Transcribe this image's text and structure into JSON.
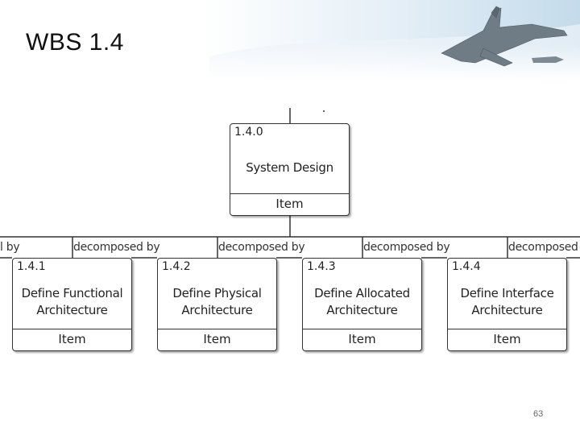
{
  "slide": {
    "title": "WBS 1.4",
    "page_number": "63"
  },
  "diagram": {
    "root": {
      "id": "1.4.0",
      "name": "System Design",
      "type": "Item"
    },
    "children": [
      {
        "id": "1.4.1",
        "name_line1": "Define Functional",
        "name_line2": "Architecture",
        "type": "Item"
      },
      {
        "id": "1.4.2",
        "name_line1": "Define Physical",
        "name_line2": "Architecture",
        "type": "Item"
      },
      {
        "id": "1.4.3",
        "name_line1": "Define Allocated",
        "name_line2": "Architecture",
        "type": "Item"
      },
      {
        "id": "1.4.4",
        "name_line1": "Define Interface",
        "name_line2": "Architecture",
        "type": "Item"
      }
    ],
    "relationship_labels": {
      "left_partial": "l by",
      "r1": "decomposed by",
      "r2": "decomposed by",
      "r3": "decomposed by",
      "right_partial": "decomposed"
    }
  },
  "colors": {
    "box_border": "#333333",
    "text": "#222222",
    "banner_sky": "#cfe3f1"
  }
}
